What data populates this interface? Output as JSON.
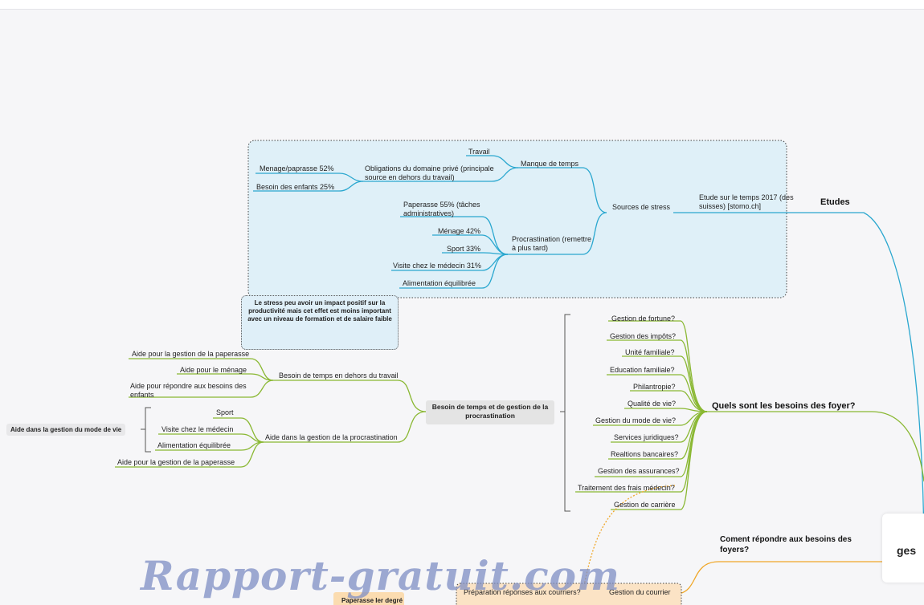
{
  "colors": {
    "blue_branch": "#2aa7cf",
    "green_branch": "#8ab833",
    "orange_branch": "#f0a728",
    "group_fill": "#dff0f8",
    "watermark": "#7f8fc4"
  },
  "root": {
    "label": "ges"
  },
  "etudes": {
    "title": "Etudes",
    "study": "Etude sur le temps 2017 (des suisses) [stomo.ch]",
    "sources": "Sources de stress",
    "manque": "Manque de temps",
    "travail": "Travail",
    "obligations": "Obligations du domaine privé (principale source en dehors du travail)",
    "menage_paprasse": "Menage/paprasse 52%",
    "besoin_enfants": "Besoin des enfants 25%",
    "procrastination": "Procrastination (remettre à plus tard)",
    "paperasse": "Paperasse 55% (tâches administratives)",
    "menage": "Ménage 42%",
    "sport": "Sport 33%",
    "visite": "Visite chez le médecin 31%",
    "alimentation": "Alimentation équilibrée"
  },
  "note": "Le stress peu avoir un impact positif sur la productivité mais cet effet est moins important avec un niveau de formation et de salaire faible",
  "besoins": {
    "title": "Quels sont les besoins des foyer?",
    "items": [
      "Gestion de fortune?",
      "Gestion des impôts?",
      "Unité familiale?",
      "Education familiale?",
      "Philantropie?",
      "Qualité de vie?",
      "Gestion du mode de vie?",
      "Services juridiques?",
      "Realtions bancaires?",
      "Gestion des assurances?",
      "Traitement des frais médecin?",
      "Gestion de carrière"
    ]
  },
  "besoin_temps": {
    "title": "Besoin de temps et de gestion de la procrastination",
    "hors_travail": "Besoin de temps en dehors du travail",
    "aide_paperasse_1": "Aide pour la gestion de la paperasse",
    "aide_menage": "Aide pour le ménage",
    "aide_enfants": "Aide pour répondre aux besoins des enfants",
    "aide_procrastination": "Aide dans la gestion de la procrastination",
    "sport": "Sport",
    "visite": "Visite chez le médecin",
    "alimentation": "Alimentation équilibrée",
    "aide_paperasse_2": "Aide pour la gestion de la paperasse",
    "mode_de_vie": "Aide dans la gestion du mode de vie"
  },
  "repondre": {
    "title": "Coment répondre aux besoins des foyers?",
    "preparation": "Préparation réponses aux courriers?",
    "gestion_courrier": "Gestion du courrier",
    "paperasse_degre": "Paperasse Ier degré"
  },
  "watermark": "Rapport-gratuit.com"
}
